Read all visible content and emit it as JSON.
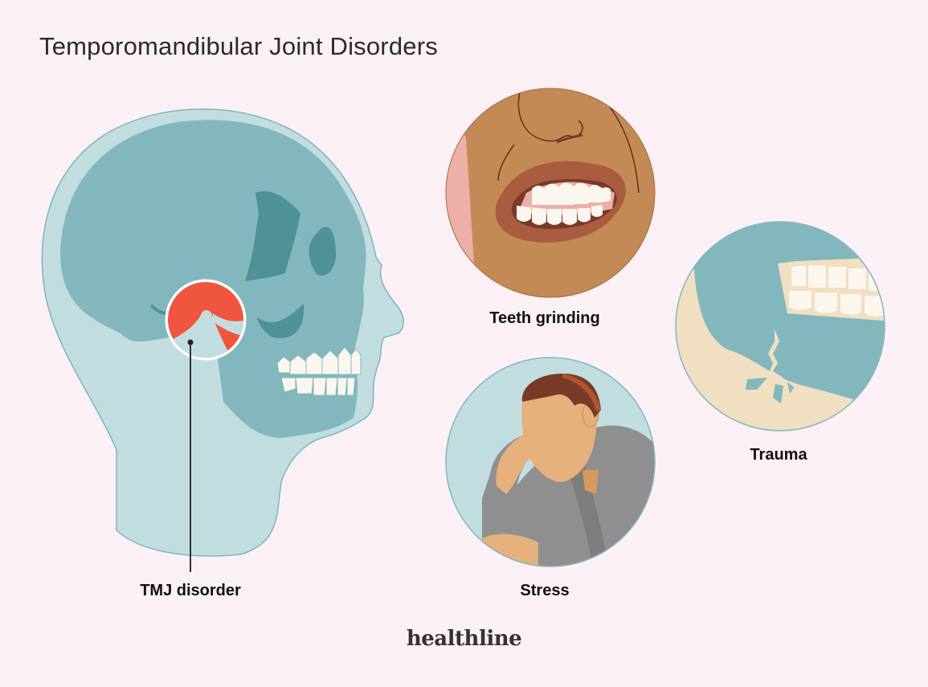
{
  "header": {
    "title": "Temporomandibular Joint Disorders"
  },
  "illustrations": [
    {
      "id": "tmj",
      "label": "TMJ disorder",
      "icon": "skull-head-profile-icon"
    },
    {
      "id": "grinding",
      "label": "Teeth grinding",
      "icon": "clenched-teeth-icon"
    },
    {
      "id": "stress",
      "label": "Stress",
      "icon": "stressed-man-icon"
    },
    {
      "id": "trauma",
      "label": "Trauma",
      "icon": "fractured-jaw-icon"
    }
  ],
  "colors": {
    "background": "#fbf0f6",
    "head_light": "#c1dde0",
    "skull": "#82b8bd",
    "skull_dark": "#4e9198",
    "highlight": "#f0553d",
    "teeth": "#fbf6ee",
    "skin": "#c48a55",
    "lip": "#a95c40",
    "bone": "#f0dfc0"
  },
  "footer": {
    "brand": "healthline"
  }
}
